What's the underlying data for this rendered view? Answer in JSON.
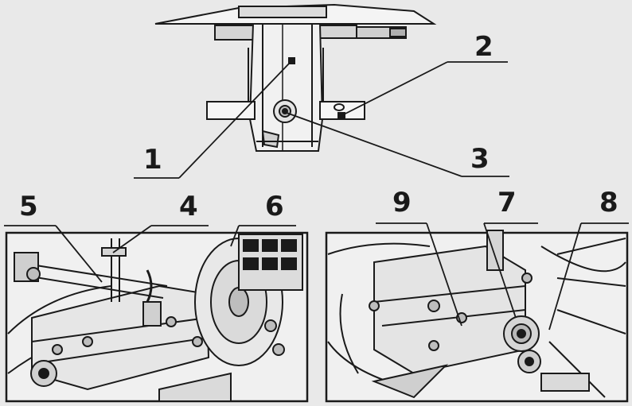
{
  "callouts": {
    "n1": "1",
    "n2": "2",
    "n3": "3",
    "n4": "4",
    "n5": "5",
    "n6": "6",
    "n7": "7",
    "n8": "8",
    "n9": "9"
  },
  "colors": {
    "background": "#e9e9e9",
    "ink": "#1a1a1a"
  }
}
